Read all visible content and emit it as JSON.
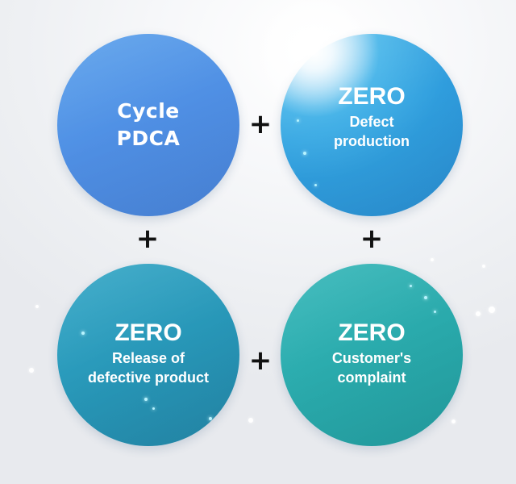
{
  "circles": [
    {
      "lines": [
        "Cycle",
        "PDCA"
      ]
    },
    {
      "title": "ZERO",
      "lines": [
        "Defect",
        "production"
      ]
    },
    {
      "title": "ZERO",
      "lines": [
        "Release of",
        "defective product"
      ]
    },
    {
      "title": "ZERO",
      "lines": [
        "Customer's",
        "complaint"
      ]
    }
  ],
  "operator": "+"
}
